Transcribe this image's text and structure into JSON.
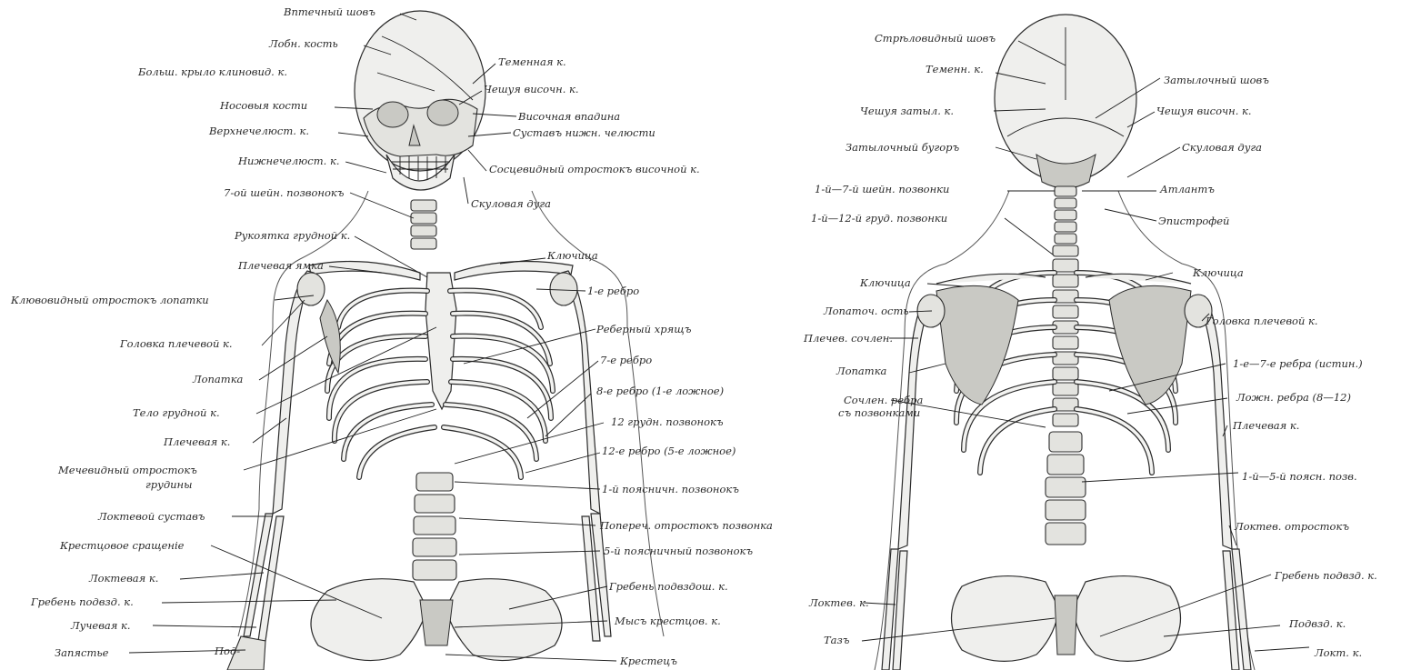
{
  "front_labels": [
    "Впmечный шовъ",
    "Лобн. кость",
    "Теменная к.",
    "Больш. крыло клиновид. к.",
    "Чешуя височн. к.",
    "Носовыя кости",
    "Височная впадина",
    "Верхнечелюст. к.",
    "Суставъ нижн. челюсти",
    "Нижнечелюст. к.",
    "Сосцевидный отростокъ височной к.",
    "7-ой шейн. позвонокъ",
    "Скуловая дуга",
    "Рукоятка грудной к.",
    "Ключица",
    "Плечевая ямка",
    "1-е ребро",
    "Клювовидный отростокъ лопатки",
    "Реберный хрящъ",
    "Головка плечевой к.",
    "7-е ребро",
    "Лопатка",
    "8-е ребро (1-е ложное)",
    "Тело грудной к.",
    "12 грудн. позвонокъ",
    "Плечевая к.",
    "12-е ребро (5-е ложное)",
    "Мечевидный отростокъ",
    "грудины",
    "1-й поясничн. позвонокъ",
    "Локтевой суставъ",
    "Попереч. отростокъ позвонка",
    "Крестцовое сращеніе",
    "5-й поясничный позвонокъ",
    "Локтевая к.",
    "Гребень подвздош. к.",
    "Гребень подвзд. к.",
    "Мысъ крестцов. к.",
    "Лучевая к.",
    "Запястье",
    "Под-",
    "Крестецъ"
  ],
  "back_labels": [
    "Стрѣловидный шовъ",
    "Теменн. к.",
    "Затылочный шовъ",
    "Чешуя затыл. к.",
    "Чешуя височн. к.",
    "Затылочный бугоръ",
    "Скуловая дуга",
    "1-й—7-й шейн. позвонки",
    "Атлантъ",
    "1-й—12-й груд. позвонки",
    "Эпистрофей",
    "Ключица",
    "Ключица",
    "Лопаточ. ость",
    "Головка плечевой к.",
    "Плечев. сочлен.",
    "1-е—7-е ребра (истин.)",
    "Лопатка",
    "Ложн. ребра (8—12)",
    "Сочлен. ребра",
    "съ позвонками",
    "Плечевая к.",
    "1-й—5-й поясн. позв.",
    "Локтев. отростокъ",
    "Гребень подвзд. к.",
    "Локтев. к.",
    "Подвзд. к.",
    "Тазъ",
    "Локт. к."
  ],
  "colors": {
    "bone": "#efefed",
    "ink": "#2b2b2b",
    "paper": "#ffffff"
  }
}
